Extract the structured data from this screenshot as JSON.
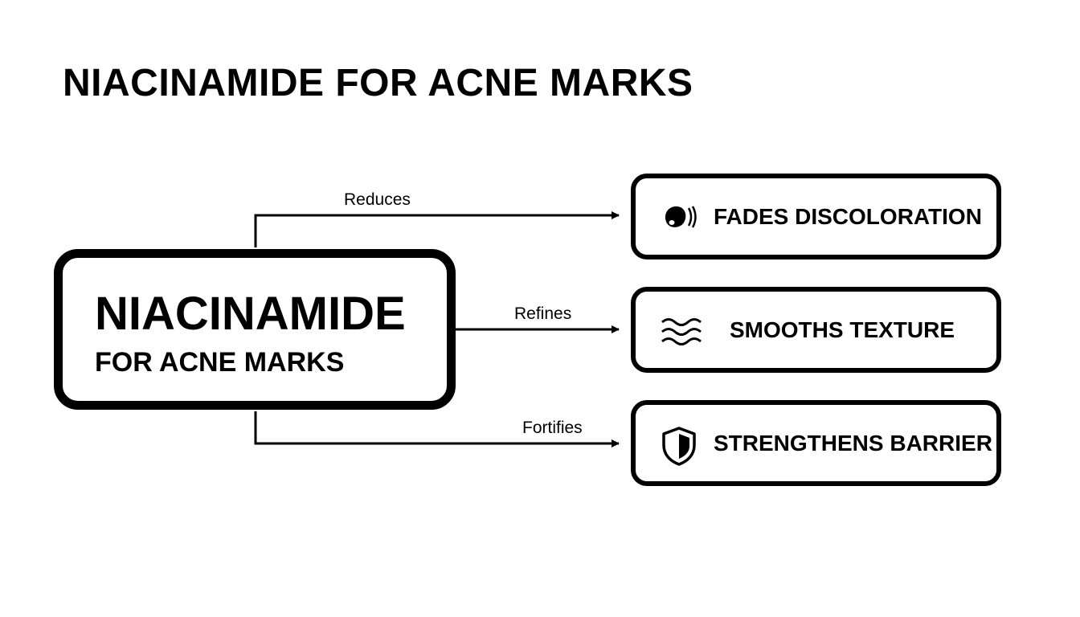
{
  "title": "NIACINAMIDE FOR ACNE MARKS",
  "source": {
    "title": "NIACINAMIDE",
    "subtitle": "FOR ACNE MARKS"
  },
  "edges": [
    {
      "label": "Reduces",
      "target": "FADES DISCOLORATION",
      "icon": "discoloration-spot-icon"
    },
    {
      "label": "Refines",
      "target": "SMOOTHS TEXTURE",
      "icon": "waves-icon"
    },
    {
      "label": "Fortifies",
      "target": "STRENGTHENS BARRIER",
      "icon": "shield-icon"
    }
  ],
  "colors": {
    "line": "#000000",
    "background": "#ffffff"
  }
}
